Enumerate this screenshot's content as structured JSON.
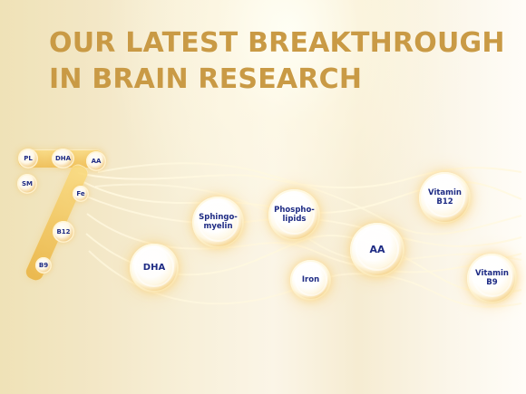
{
  "headline": {
    "line1": "OUR LATEST BREAKTHROUGH",
    "line2": "IN BRAIN RESEARCH"
  },
  "seven": {
    "number_label": "7",
    "beads": [
      {
        "name": "pl",
        "label": "PL"
      },
      {
        "name": "dha-small",
        "label": "DHA"
      },
      {
        "name": "aa-small",
        "label": "AA"
      },
      {
        "name": "sm",
        "label": "SM"
      },
      {
        "name": "fe",
        "label": "Fe"
      },
      {
        "name": "b12-small",
        "label": "B12"
      },
      {
        "name": "b9-small",
        "label": "B9"
      }
    ]
  },
  "nutrients": [
    {
      "name": "dha",
      "label": "DHA"
    },
    {
      "name": "sphingomyelin",
      "label": "Sphingo-\nmyelin"
    },
    {
      "name": "phospholipids",
      "label": "Phospho-\nlipids"
    },
    {
      "name": "iron",
      "label": "Iron"
    },
    {
      "name": "aa",
      "label": "AA"
    },
    {
      "name": "vitamin-b12",
      "label": "Vitamin\nB12"
    },
    {
      "name": "vitamin-b9",
      "label": "Vitamin\nB9"
    }
  ],
  "colors": {
    "headline": "#c99a45",
    "label": "#1e2b84",
    "gold": "#efbf56"
  }
}
